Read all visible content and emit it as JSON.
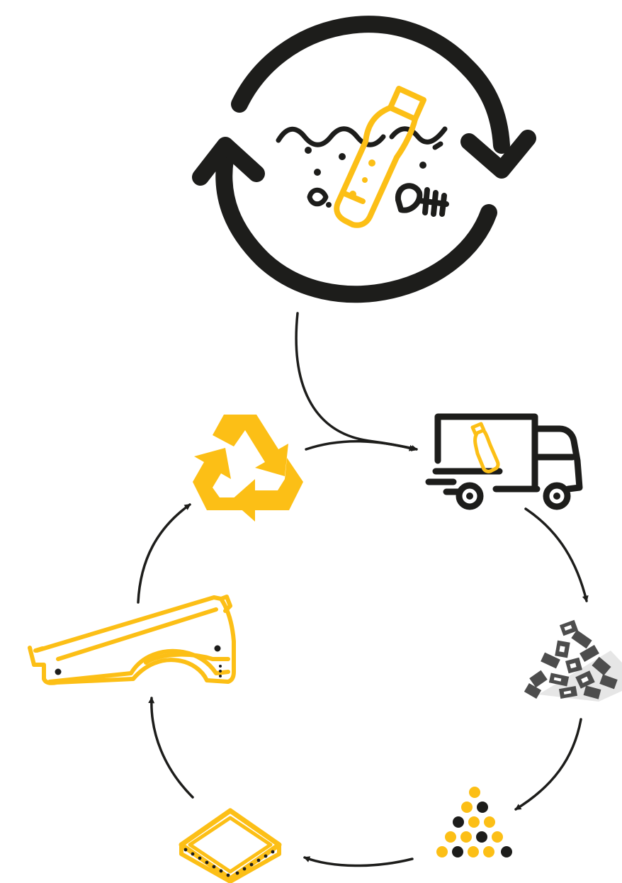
{
  "colors": {
    "black": "#1d1d1b",
    "yellow": "#fcbf16",
    "gray": "#4d4d4d",
    "light_gray": "#dcdcdc",
    "background": "#ffffff"
  },
  "diagram": {
    "top_cycle": {
      "icons": [
        "ocean-waves-icon",
        "plastic-bottle-icon",
        "fish-skeleton-icon",
        "cycle-arrows-icon"
      ]
    },
    "steps": [
      {
        "id": "collection",
        "icon": "delivery-truck-icon"
      },
      {
        "id": "shredding",
        "icon": "plastic-flakes-icon"
      },
      {
        "id": "pelletizing",
        "icon": "pellets-icon"
      },
      {
        "id": "sheet",
        "icon": "material-sheet-icon"
      },
      {
        "id": "product",
        "icon": "saddle-product-icon"
      },
      {
        "id": "recycling",
        "icon": "recycle-symbol-icon"
      }
    ]
  }
}
